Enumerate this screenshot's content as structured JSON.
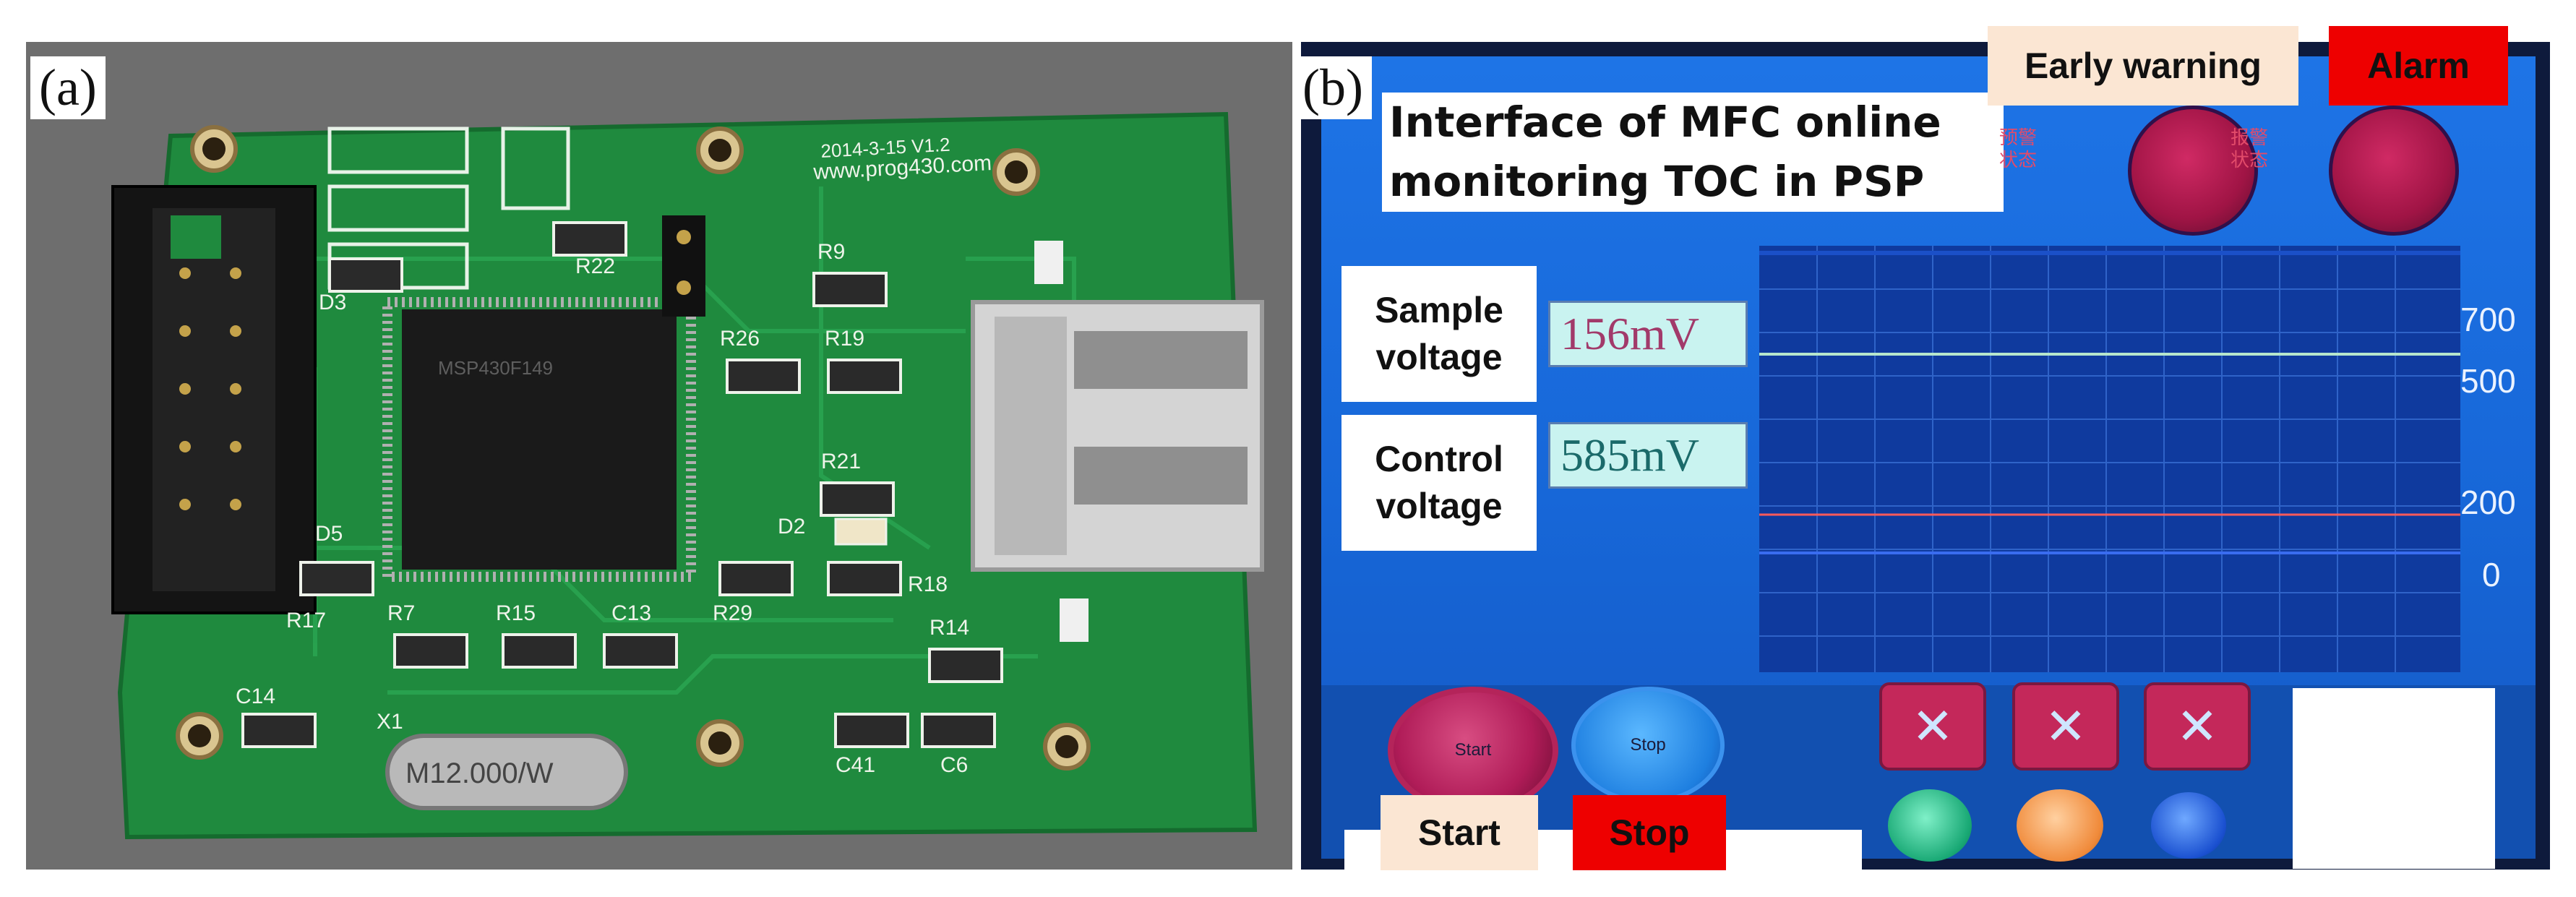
{
  "panel_a": {
    "label": "(a)",
    "board": {
      "pcb_text": "www.prog430.com",
      "pcb_date": "2014-3-15 V1.2",
      "crystal_text": "M12.000/W",
      "component_labels": [
        "R22",
        "R9",
        "D3",
        "R26",
        "R19",
        "R21",
        "D2",
        "D5",
        "R17",
        "R7",
        "R15",
        "C13",
        "R29",
        "R18",
        "R14",
        "C14",
        "C41",
        "C6",
        "X1"
      ]
    }
  },
  "panel_b": {
    "label": "(b)",
    "title_line1": "Interface of MFC online",
    "title_line2": "monitoring TOC in PSP",
    "sample_voltage": {
      "label": "Sample voltage",
      "value": "156mV"
    },
    "control_voltage": {
      "label": "Control voltage",
      "value": "585mV"
    },
    "early_warning": {
      "label": "Early warning",
      "screen_text": "预警\n状态"
    },
    "alarm": {
      "label": "Alarm",
      "screen_text": "报警\n状态"
    },
    "y_ticks": [
      "700",
      "500",
      "200",
      "0"
    ],
    "start": {
      "label": "Start",
      "button_text": "Start"
    },
    "stop": {
      "label": "Stop",
      "button_text": "Stop"
    },
    "colors": {
      "screen_blue": "#1a66d6",
      "plot_bg": "#0f3a9e",
      "sample_trace": "#b6e6cc",
      "control_trace": "#ff5a5a",
      "alarm_red": "#ee0000",
      "warning_cream": "#fbe6d3"
    }
  }
}
